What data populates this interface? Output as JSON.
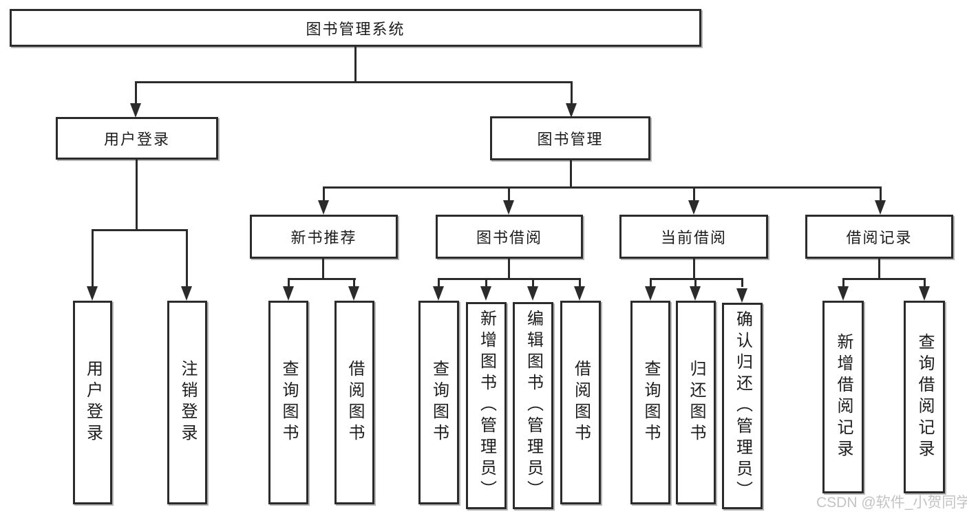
{
  "diagram": {
    "root": {
      "label": "图书管理系统"
    },
    "level2": {
      "user_login": {
        "label": "用户登录"
      },
      "book_mgmt": {
        "label": "图书管理"
      }
    },
    "level3": {
      "new_book_rec": {
        "label": "新书推荐"
      },
      "book_borrow": {
        "label": "图书借阅"
      },
      "current_borrow": {
        "label": "当前借阅"
      },
      "borrow_record": {
        "label": "借阅记录"
      }
    },
    "leaves": {
      "user_login_leaf": {
        "label": "用户登录"
      },
      "logout_leaf": {
        "label": "注销登录"
      },
      "rec_query": {
        "label": "查询图书"
      },
      "rec_borrow": {
        "label": "借阅图书"
      },
      "bb_query": {
        "label": "查询图书"
      },
      "bb_add": {
        "label": "新增图书（管理员）"
      },
      "bb_edit": {
        "label": "编辑图书（管理员）"
      },
      "bb_borrow": {
        "label": "借阅图书"
      },
      "cb_query": {
        "label": "查询图书"
      },
      "cb_return": {
        "label": "归还图书"
      },
      "cb_confirm": {
        "label": "确认归还（管理员）"
      },
      "br_add": {
        "label": "新增借阅记录"
      },
      "br_query": {
        "label": "查询借阅记录"
      }
    },
    "watermark": {
      "text": "CSDN @软件_小贺同学"
    },
    "colors": {
      "line": "#2b2b2b",
      "box_border": "#2b2b2b",
      "text": "#1c1c1c",
      "watermark": "#c3c3c3",
      "background": "#ffffff"
    }
  }
}
